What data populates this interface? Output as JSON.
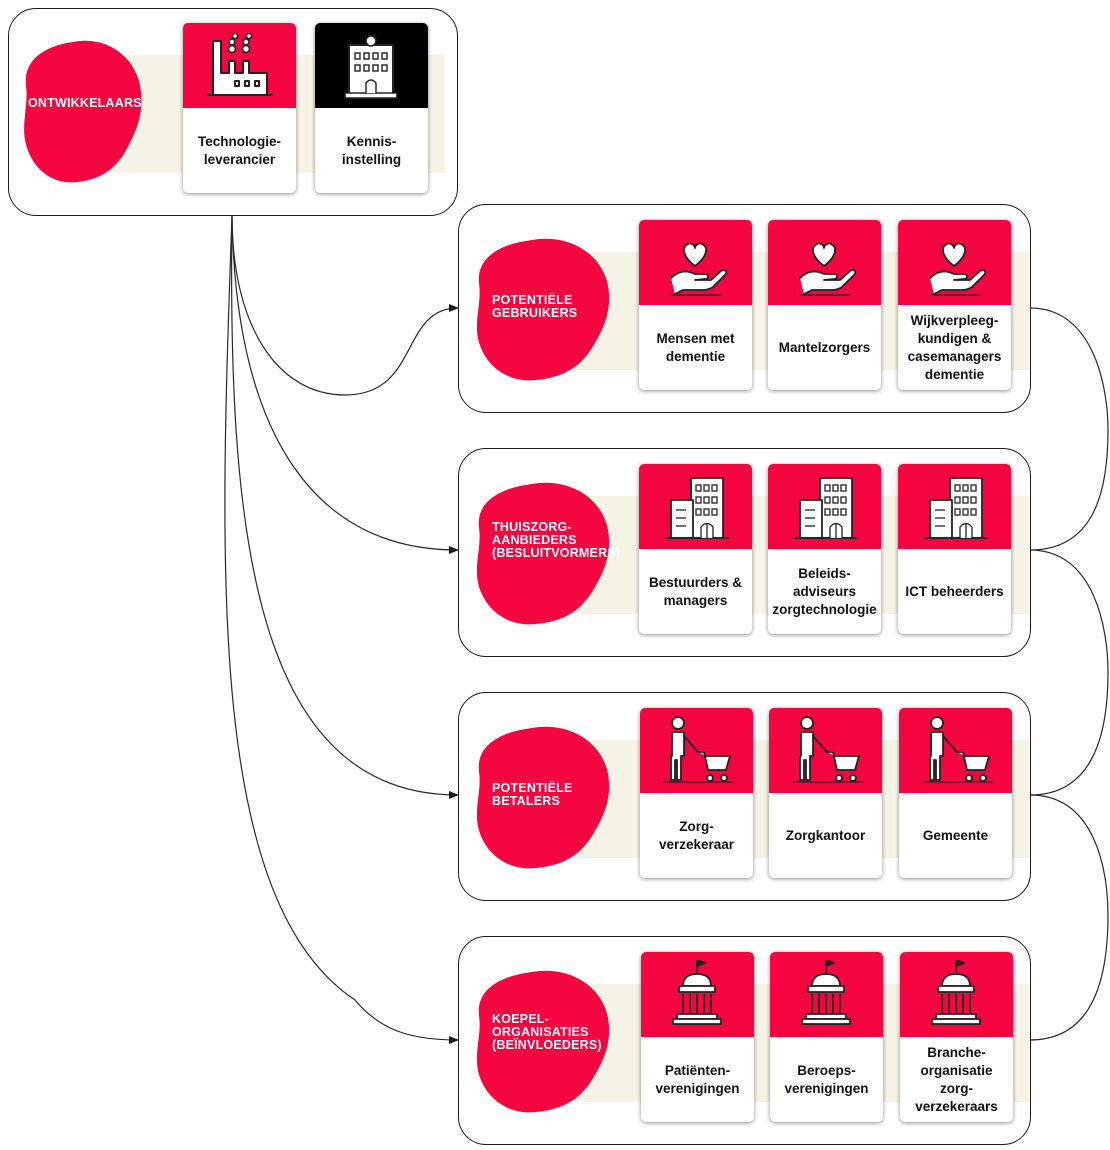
{
  "colors": {
    "accent": "#f5053f",
    "band": "#f5f3e6",
    "border": "#1c1c1c",
    "dark_card": "#000000"
  },
  "groups": [
    {
      "id": "ontwikkelaars",
      "label": "ONTWIKKELAARS",
      "cards": [
        {
          "icon": "factory-icon",
          "label": "Technologie-\nleverancier",
          "dark": false
        },
        {
          "icon": "institution-building-icon",
          "label": "Kennis-\ninstelling",
          "dark": true
        }
      ]
    },
    {
      "id": "gebruikers",
      "label": "POTENTIËLE\nGEBRUIKERS",
      "cards": [
        {
          "icon": "heart-hand-icon",
          "label": "Mensen met\ndementie"
        },
        {
          "icon": "heart-hand-icon",
          "label": "Mantelzorgers"
        },
        {
          "icon": "heart-hand-icon",
          "label": "Wijkverpleeg-\nkundigen &\ncasemanagers\ndementie"
        }
      ]
    },
    {
      "id": "thuiszorg",
      "label": "THUISZORG-\nAANBIEDERS\n(BESLUITVORMERS)",
      "cards": [
        {
          "icon": "office-building-icon",
          "label": "Bestuurders &\nmanagers"
        },
        {
          "icon": "office-building-icon",
          "label": "Beleids-\nadviseurs\nzorgtechnologie"
        },
        {
          "icon": "office-building-icon",
          "label": "ICT beheerders"
        }
      ]
    },
    {
      "id": "betalers",
      "label": "POTENTIËLE\nBETALERS",
      "cards": [
        {
          "icon": "shopper-cart-icon",
          "label": "Zorg-\nverzekeraar"
        },
        {
          "icon": "shopper-cart-icon",
          "label": "Zorgkantoor"
        },
        {
          "icon": "shopper-cart-icon",
          "label": "Gemeente"
        }
      ]
    },
    {
      "id": "koepel",
      "label": "KOEPEL-\nORGANISATIES\n(BEÏNVLOEDERS)",
      "cards": [
        {
          "icon": "government-building-icon",
          "label": "Patiënten-\nverenigingen"
        },
        {
          "icon": "government-building-icon",
          "label": "Beroeps-\nverenigingen"
        },
        {
          "icon": "government-building-icon",
          "label": "Branche-\norganisatie\nzorg-\nverzekeraars"
        }
      ]
    }
  ]
}
